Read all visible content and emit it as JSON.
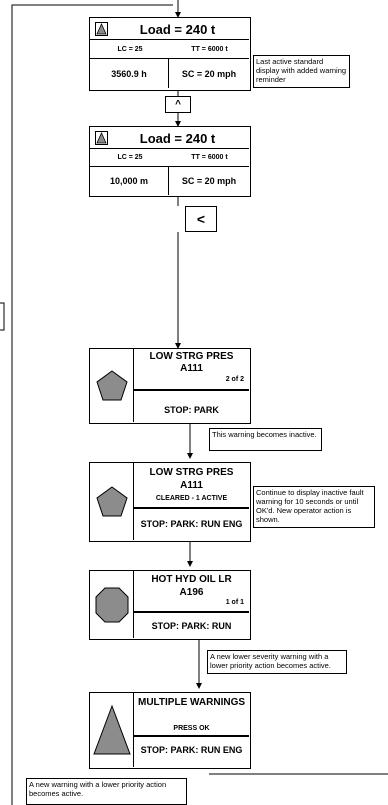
{
  "status_screens": [
    {
      "load": "Load = 240 t",
      "lc": "LC = 25",
      "tt": "TT = 6000 t",
      "reading": "3560.9 h",
      "sc": "SC = 20 mph"
    },
    {
      "load": "Load = 240 t",
      "lc": "LC = 25",
      "tt": "TT = 6000 t",
      "reading": "10,000 m",
      "sc": "SC = 20 mph"
    }
  ],
  "keys": {
    "up": "^",
    "left": "<"
  },
  "warning_screens": [
    {
      "icon": "pentagon",
      "title": "LOW STRG PRES",
      "code": "A111",
      "sub": "2 of 2",
      "action": "STOP: PARK"
    },
    {
      "icon": "pentagon",
      "title": "LOW STRG PRES",
      "code": "A111",
      "sub": "CLEARED - 1 ACTIVE",
      "action": "STOP: PARK: RUN ENG"
    },
    {
      "icon": "octagon",
      "title": "HOT HYD OIL LR",
      "code": "A196",
      "sub": "1 of 1",
      "action": "STOP: PARK: RUN"
    },
    {
      "icon": "triangle",
      "title": "MULTIPLE WARNINGS",
      "code": "",
      "sub": "PRESS OK",
      "action": "STOP: PARK: RUN ENG"
    }
  ],
  "notes": {
    "n1": "Last active standard display with added warning reminder",
    "n2": "This warning becomes inactive.",
    "n3": "Continue to display inactive fault warning for 10 seconds or until OK'd. New operator action is shown.",
    "n4": "A new lower severity warning with a lower priority action becomes active.",
    "n5": "A new warning with a lower priority action becomes active."
  },
  "colors": {
    "line": "#000000",
    "shape_fill": "#8c8c8c",
    "background": "#ffffff"
  }
}
